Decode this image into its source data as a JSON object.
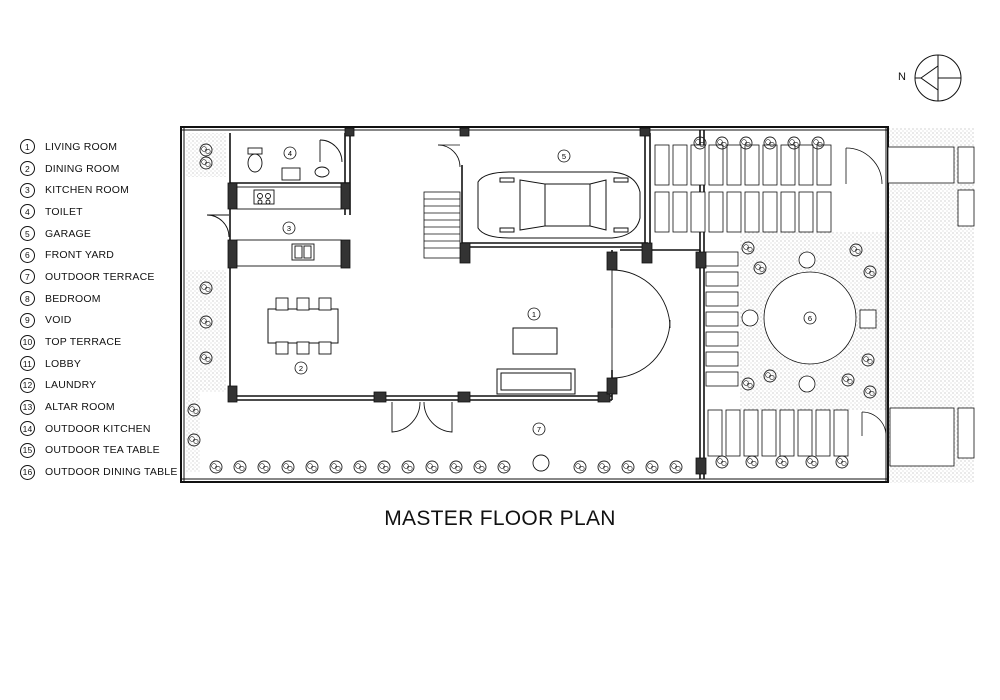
{
  "title": "MASTER FLOOR PLAN",
  "north_label": "N",
  "legend": [
    {
      "num": "1",
      "label": "LIVING ROOM"
    },
    {
      "num": "2",
      "label": "DINING ROOM"
    },
    {
      "num": "3",
      "label": "KITCHEN ROOM"
    },
    {
      "num": "4",
      "label": "TOILET"
    },
    {
      "num": "5",
      "label": "GARAGE"
    },
    {
      "num": "6",
      "label": "FRONT YARD"
    },
    {
      "num": "7",
      "label": "OUTDOOR TERRACE"
    },
    {
      "num": "8",
      "label": "BEDROOM"
    },
    {
      "num": "9",
      "label": "VOID"
    },
    {
      "num": "10",
      "label": "TOP TERRACE"
    },
    {
      "num": "11",
      "label": "LOBBY"
    },
    {
      "num": "12",
      "label": "LAUNDRY"
    },
    {
      "num": "13",
      "label": "ALTAR ROOM"
    },
    {
      "num": "14",
      "label": "OUTDOOR KITCHEN"
    },
    {
      "num": "15",
      "label": "OUTDOOR TEA TABLE"
    },
    {
      "num": "16",
      "label": "OUTDOOR DINING TABLE"
    }
  ],
  "room_tags": {
    "living": "1",
    "dining": "2",
    "kitchen": "3",
    "toilet": "4",
    "garage": "5",
    "front_yard": "6",
    "terrace": "7"
  },
  "colors": {
    "line": "#111111",
    "stipple": "#b5b5b5",
    "wall": "#222222"
  }
}
